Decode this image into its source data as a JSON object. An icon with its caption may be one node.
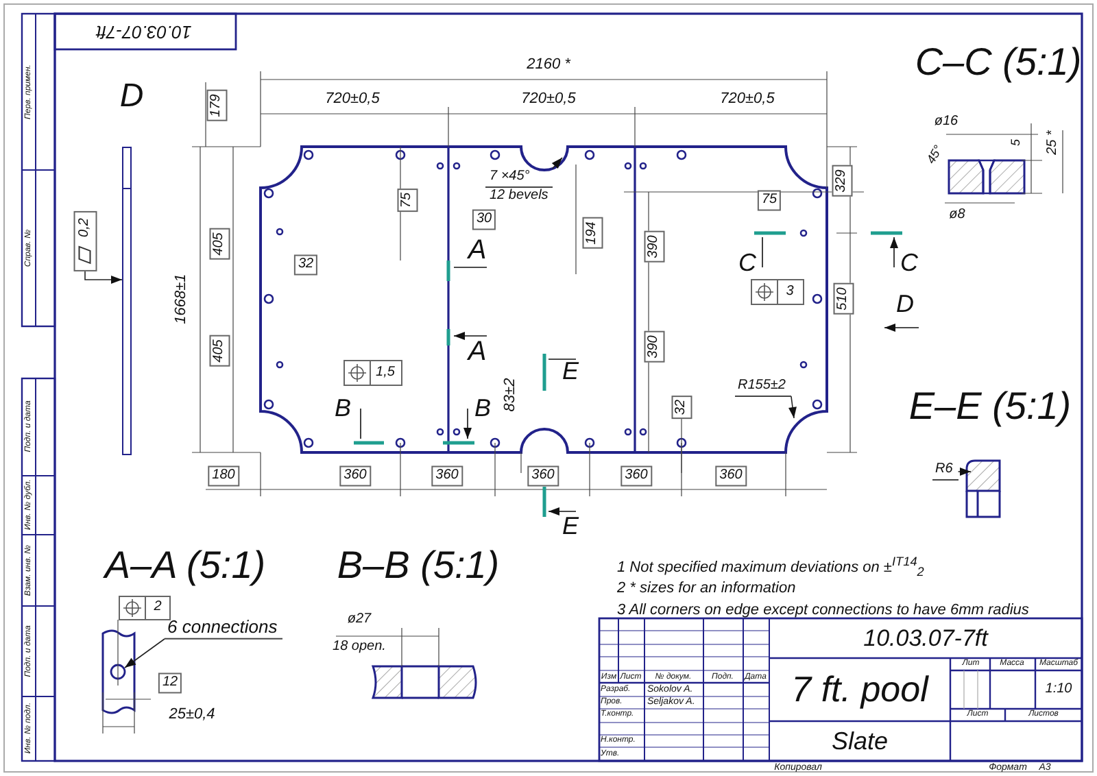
{
  "diagram": {
    "nodes": [
      {
        "text": [
          "6 connections"
        ]
      },
      {
        "text": [
          "R155±2"
        ]
      },
      {
        "text": [
          "R6"
        ]
      },
      {
        "text": [
          "7 ×45°",
          "12 bevels"
        ]
      },
      {
        "text": [
          "0,2"
        ]
      },
      {
        "text": [],
        "shape": "bar"
      }
    ],
    "edges": [
      {
        "from": 0,
        "to": null,
        "arrow": "to"
      },
      {
        "from": 1,
        "to": null,
        "arrow": "to"
      },
      {
        "from": 2,
        "to": null,
        "arrow": "to"
      },
      {
        "from": 3,
        "to": null,
        "arrow": "to"
      },
      {
        "from": 4,
        "to": 5,
        "arrow": "to"
      }
    ],
    "labels": [
      "10.03.07-7ft",
      "D",
      "2160 *",
      "720±0,5",
      "720±0,5",
      "720±0,5",
      "179",
      "75",
      "30",
      "A",
      "194",
      "390",
      "390",
      "329",
      "75",
      "C",
      "C",
      "3",
      "510",
      "D",
      "405",
      "405",
      "32",
      "1668±1",
      "A",
      "1,5",
      "B",
      "B",
      "83±2",
      "E",
      "32",
      "E",
      "180",
      "360",
      "360",
      "360",
      "360",
      "360",
      "C–C (5:1)",
      "ø16",
      "5",
      "25 *",
      "45°",
      "ø8",
      "E–E (5:1)",
      "A–A (5:1)",
      "2",
      "12",
      "25±0,4",
      "B–B (5:1)",
      "ø27",
      "18 open.",
      "1 Not specified maximum deviations on ±$^{IT14}$$_{2}$",
      "2 * sizes for an information",
      "3 All corners on edge except connections to have 6mm radius",
      "10.03.07-7ft",
      "Изм",
      "Лист",
      "№ докум.",
      "Подп.",
      "Дата",
      "Разраб.",
      "Sokolov A.",
      "Пров.",
      "Seljakov A.",
      "Т.контр.",
      "Н.контр.",
      "Утв.",
      "7 ft. pool",
      "Лит",
      "Масса",
      "Масштаб",
      "1:10",
      "Лист",
      "Листов",
      "Slate",
      "Копировал",
      "Формат",
      "A3",
      "Перв. примен.",
      "Справ. №",
      "Подп. и дата",
      "Инв. № дубл.",
      "Взам. инв. №",
      "Подп. и дата",
      "Инв. № подл."
    ]
  }
}
